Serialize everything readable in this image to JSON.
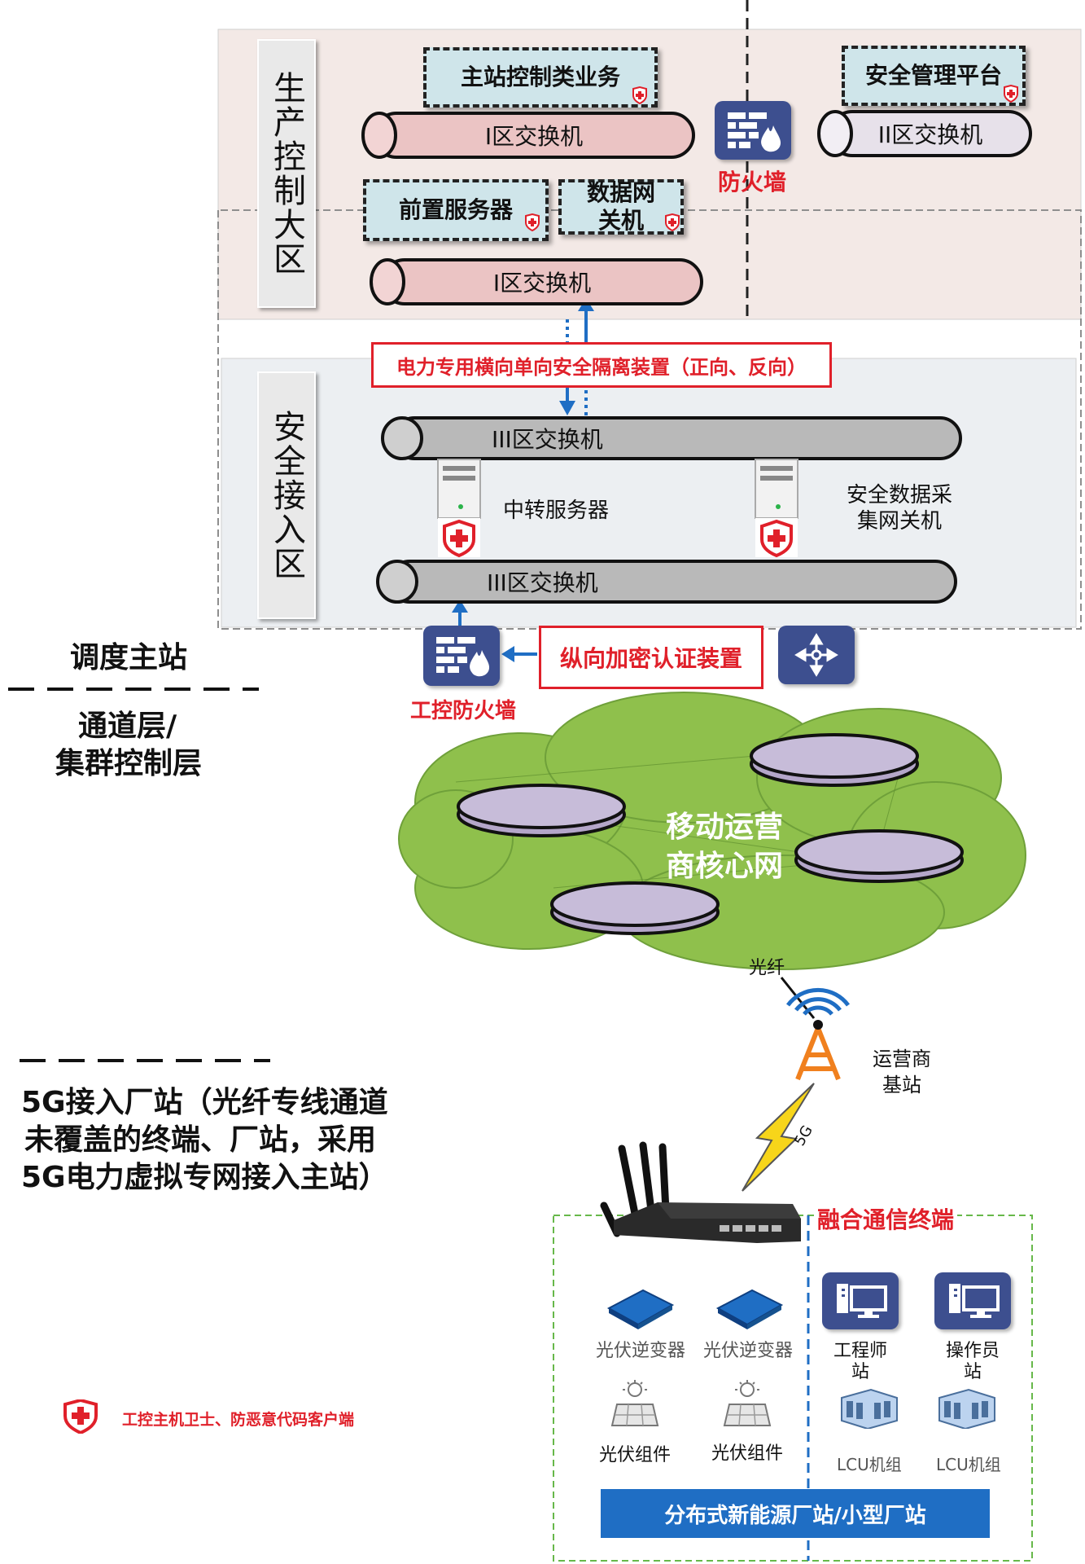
{
  "zones": {
    "production_control": "生产控制大区",
    "security_access": "安全接入区"
  },
  "production": {
    "master_control_service": "主站控制类业务",
    "security_platform": "安全管理平台",
    "zone1_switch_top": "I区交换机",
    "zone2_switch": "II区交换机",
    "front_server": "前置服务器",
    "data_gateway": "数据网关机",
    "zone1_switch_bottom": "I区交换机",
    "firewall_label": "防火墙"
  },
  "isolation_device": "电力专用横向单向安全隔离装置（正向、反向）",
  "access": {
    "zone3_switch_top": "III区交换机",
    "relay_server": "中转服务器",
    "security_gateway": "安全数据采集网关机",
    "zone3_switch_bottom": "III区交换机"
  },
  "left_labels": {
    "dispatch_master": "调度主站",
    "channel_layer": "通道层/",
    "cluster_layer": "集群控制层",
    "access_5g_line1": "5G接入厂站（光纤专线通道",
    "access_5g_line2": "未覆盖的终端、厂站，采用",
    "access_5g_line3": "5G电力虚拟专网接入主站）",
    "legend_text": "工控主机卫士、防恶意代码客户端"
  },
  "network": {
    "vertical_encryption": "纵向加密认证装置",
    "industrial_firewall": "工控防火墙",
    "core_network_line1": "移动运营",
    "core_network_line2": "商核心网",
    "fiber": "光纤",
    "base_station_line1": "运营商",
    "base_station_line2": "基站",
    "signal_5g": "5G"
  },
  "plant": {
    "terminal": "融合通信终端",
    "inverter1": "光伏逆变器",
    "inverter2": "光伏逆变器",
    "pv_module1": "光伏组件",
    "pv_module2": "光伏组件",
    "engineer_station_line1": "工程师",
    "engineer_station_line2": "站",
    "operator_station_line1": "操作员",
    "operator_station_line2": "站",
    "lcu1": "LCU机组",
    "lcu2": "LCU机组",
    "plant_title": "分布式新能源厂站/小型厂站"
  },
  "colors": {
    "production_bg": "#f3e9e6",
    "access_bg": "#eceff2",
    "pink_tube": "#ebc4c4",
    "gray_tube": "#b9b9b9",
    "violet_tube": "#e7e1ea",
    "cloud": "#8fc04c",
    "disk": "#b4a6c9",
    "alert_red": "#e0202a",
    "icon_navy": "#3d4f8f",
    "plant_blue": "#1f6ec4"
  }
}
